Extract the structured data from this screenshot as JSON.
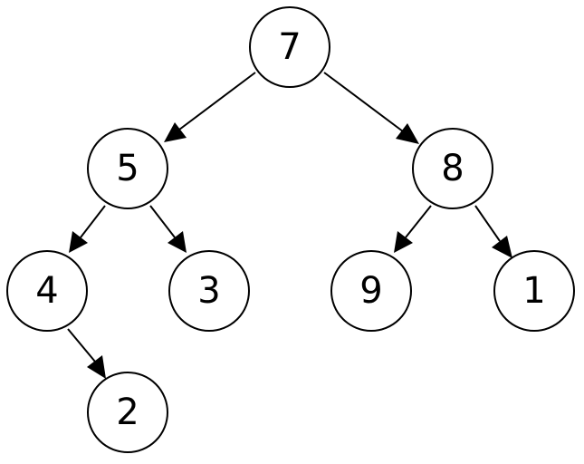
{
  "tree": {
    "nodes": [
      {
        "id": "n7",
        "label": "7"
      },
      {
        "id": "n5",
        "label": "5"
      },
      {
        "id": "n8",
        "label": "8"
      },
      {
        "id": "n4",
        "label": "4"
      },
      {
        "id": "n3",
        "label": "3"
      },
      {
        "id": "n9",
        "label": "9"
      },
      {
        "id": "n1",
        "label": "1"
      },
      {
        "id": "n2",
        "label": "2"
      }
    ],
    "edges": [
      {
        "from": "n7",
        "to": "n5"
      },
      {
        "from": "n7",
        "to": "n8"
      },
      {
        "from": "n5",
        "to": "n4"
      },
      {
        "from": "n5",
        "to": "n3"
      },
      {
        "from": "n8",
        "to": "n9"
      },
      {
        "from": "n8",
        "to": "n1"
      },
      {
        "from": "n4",
        "to": "n2"
      }
    ]
  }
}
